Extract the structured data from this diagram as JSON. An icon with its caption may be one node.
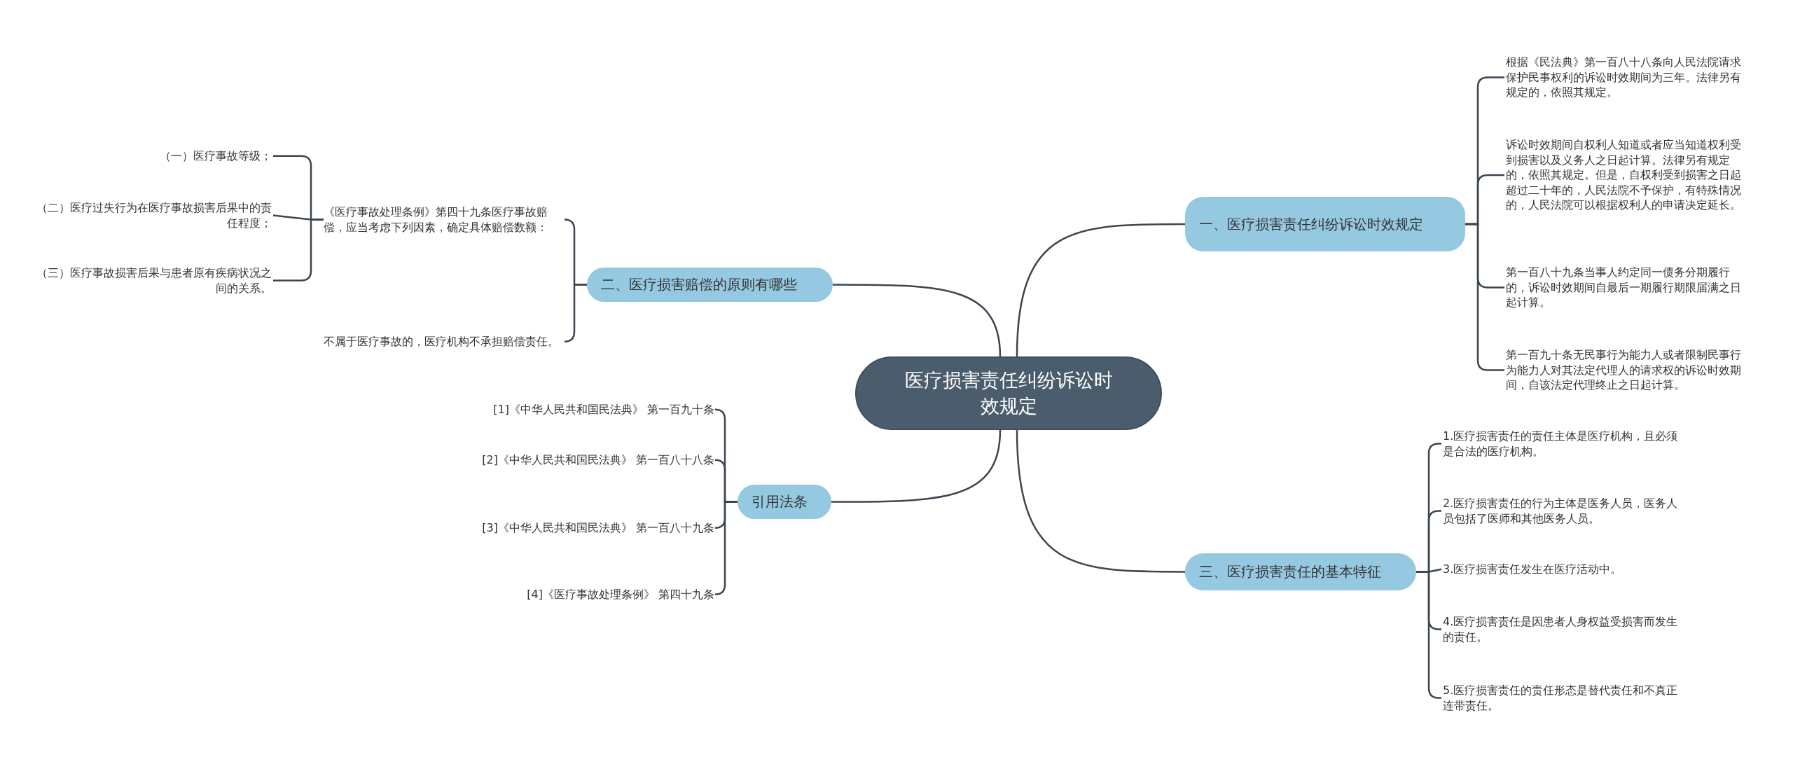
{
  "diagram": {
    "nodes": [
      {
        "text": [
          "医疗损害责任纠纷诉讼时效规定"
        ]
      },
      {
        "text": [
          "一、医疗损害责任纠纷诉讼时效规定"
        ]
      },
      {
        "text": [
          "根据《民法典》第一百八十八条向人民法院请求保护民事权利的诉讼时效期间为三年。法律另有规定的，依照其规定。"
        ]
      },
      {
        "text": [
          "诉讼时效期间自权利人知道或者应当知道权利受到损害以及义务人之日起计算。法律另有规定的，依照其规定。但是，自权利受到损害之日起超过二十年的，人民法院不予保护，有特殊情况的，人民法院可以根据权利人的申请决定延长。"
        ]
      },
      {
        "text": [
          "第一百八十九条当事人约定同一债务分期履行的，诉讼时效期间自最后一期履行期限届满之日起计算。"
        ]
      },
      {
        "text": [
          "第一百九十条无民事行为能力人或者限制民事行为能力人对其法定代理人的请求权的诉讼时效期间，自该法定代理终止之日起计算。"
        ]
      },
      {
        "text": [
          "二、医疗损害赔偿的原则有哪些"
        ]
      },
      {
        "text": [
          "《医疗事故处理条例》第四十九条医疗事故赔偿，应当考虑下列因素，确定具体赔偿数额："
        ]
      },
      {
        "text": [
          "（一）医疗事故等级；"
        ]
      },
      {
        "text": [
          "（二）医疗过失行为在医疗事故损害后果中的责任程度；"
        ]
      },
      {
        "text": [
          "（三）医疗事故损害后果与患者原有疾病状况之间的关系。"
        ]
      },
      {
        "text": [
          "不属于医疗事故的，医疗机构不承担赔偿责任。"
        ]
      },
      {
        "text": [
          "引用法条"
        ]
      },
      {
        "text": [
          "[1]《中华人民共和国民法典》 第一百九十条"
        ]
      },
      {
        "text": [
          "[2]《中华人民共和国民法典》 第一百八十八条"
        ]
      },
      {
        "text": [
          "[3]《中华人民共和国民法典》 第一百八十九条"
        ]
      },
      {
        "text": [
          "[4]《医疗事故处理条例》 第四十九条"
        ]
      },
      {
        "text": [
          "三、医疗损害责任的基本特征"
        ]
      },
      {
        "text": [
          "1.医疗损害责任的责任主体是医疗机构，且必须是合法的医疗机构。"
        ]
      },
      {
        "text": [
          "2.医疗损害责任的行为主体是医务人员，医务人员包括了医师和其他医务人员。"
        ]
      },
      {
        "text": [
          "3.医疗损害责任发生在医疗活动中。"
        ]
      },
      {
        "text": [
          "4.医疗损害责任是因患者人身权益受损害而发生的责任。"
        ]
      },
      {
        "text": [
          "5.医疗损害责任的责任形态是替代责任和不真正连带责任。"
        ]
      }
    ],
    "edges": [
      {
        "from": 0,
        "to": 1,
        "arrow": "none"
      },
      {
        "from": 1,
        "to": 2,
        "arrow": "none"
      },
      {
        "from": 1,
        "to": 3,
        "arrow": "none"
      },
      {
        "from": 1,
        "to": 4,
        "arrow": "none"
      },
      {
        "from": 1,
        "to": 5,
        "arrow": "none"
      },
      {
        "from": 0,
        "to": 6,
        "arrow": "none"
      },
      {
        "from": 6,
        "to": 7,
        "arrow": "none"
      },
      {
        "from": 7,
        "to": 8,
        "arrow": "none"
      },
      {
        "from": 7,
        "to": 9,
        "arrow": "none"
      },
      {
        "from": 7,
        "to": 10,
        "arrow": "none"
      },
      {
        "from": 6,
        "to": 11,
        "arrow": "none"
      },
      {
        "from": 0,
        "to": 12,
        "arrow": "none"
      },
      {
        "from": 12,
        "to": 13,
        "arrow": "none"
      },
      {
        "from": 12,
        "to": 14,
        "arrow": "none"
      },
      {
        "from": 12,
        "to": 15,
        "arrow": "none"
      },
      {
        "from": 12,
        "to": 16,
        "arrow": "none"
      },
      {
        "from": 0,
        "to": 17,
        "arrow": "none"
      },
      {
        "from": 17,
        "to": 18,
        "arrow": "none"
      },
      {
        "from": 17,
        "to": 19,
        "arrow": "none"
      },
      {
        "from": 17,
        "to": 20,
        "arrow": "none"
      },
      {
        "from": 17,
        "to": 21,
        "arrow": "none"
      },
      {
        "from": 17,
        "to": 22,
        "arrow": "none"
      }
    ]
  }
}
